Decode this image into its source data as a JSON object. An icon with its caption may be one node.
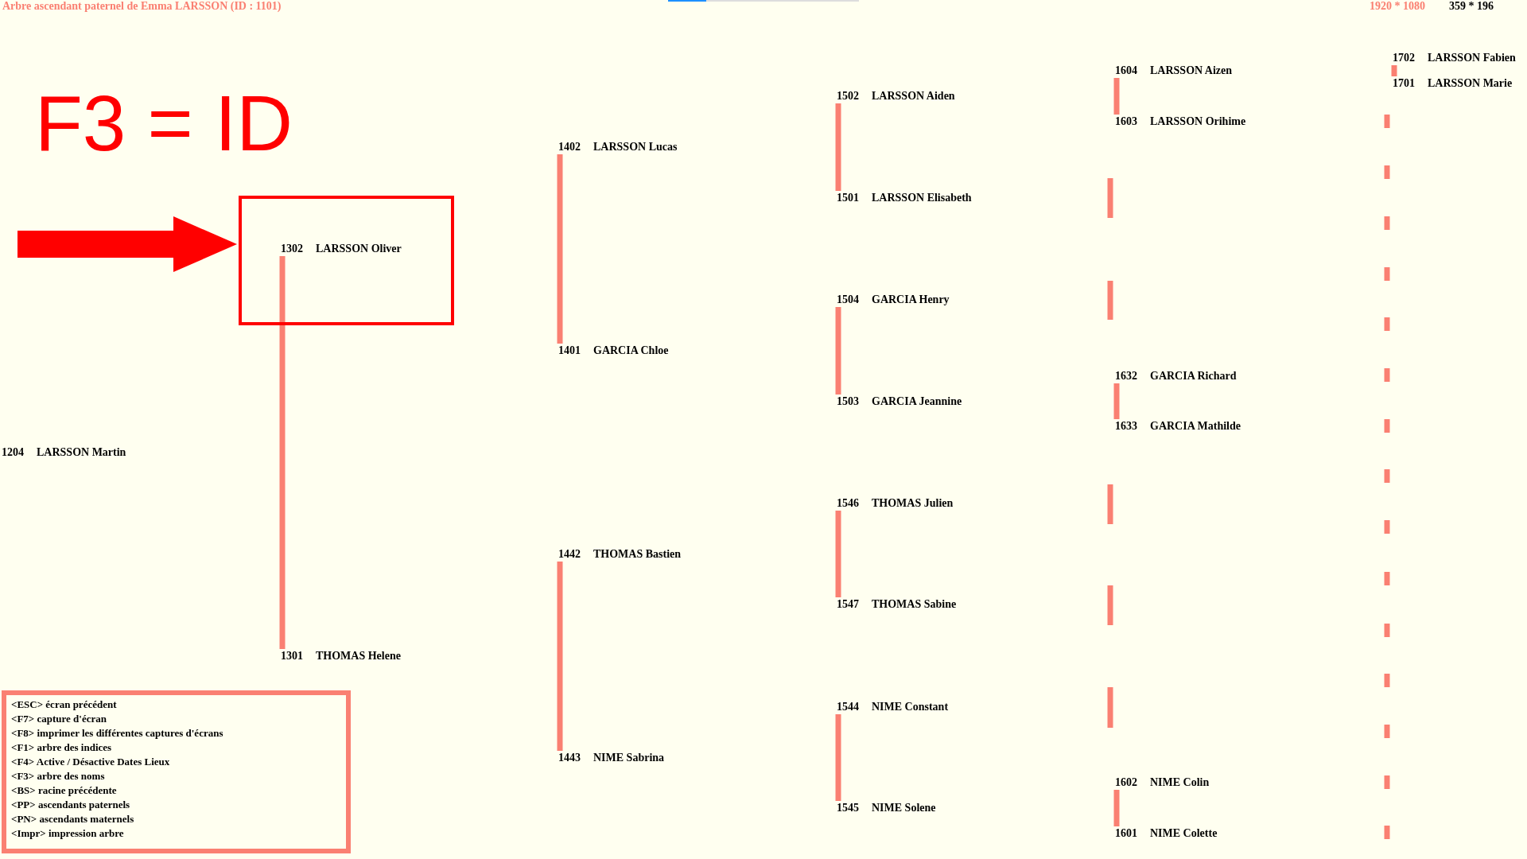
{
  "diagram": {
    "title": "Arbre ascendant paternel de Emma LARSSON (ID : 1101)",
    "nodes": [
      {
        "text": [
          "1204",
          "LARSSON Martin"
        ]
      },
      {
        "text": [],
        "shape": "box"
      },
      {
        "text": [
          "1302",
          "LARSSON Oliver"
        ],
        "in": 1
      },
      {
        "text": [
          "1301",
          "THOMAS Helene"
        ]
      },
      {
        "text": [
          "1402",
          "LARSSON Lucas"
        ]
      },
      {
        "text": [
          "1401",
          "GARCIA Chloe"
        ]
      },
      {
        "text": [
          "1442",
          "THOMAS Bastien"
        ]
      },
      {
        "text": [
          "1443",
          "NIME Sabrina"
        ]
      },
      {
        "text": [
          "1502",
          "LARSSON Aiden"
        ]
      },
      {
        "text": [
          "1501",
          "LARSSON Elisabeth"
        ]
      },
      {
        "text": [
          "1504",
          "GARCIA Henry"
        ]
      },
      {
        "text": [
          "1503",
          "GARCIA Jeannine"
        ]
      },
      {
        "text": [
          "1546",
          "THOMAS Julien"
        ]
      },
      {
        "text": [
          "1547",
          "THOMAS Sabine"
        ]
      },
      {
        "text": [
          "1544",
          "NIME Constant"
        ]
      },
      {
        "text": [
          "1545",
          "NIME Solene"
        ]
      },
      {
        "text": [
          "1604",
          "LARSSON Aizen"
        ]
      },
      {
        "text": [
          "1603",
          "LARSSON Orihime"
        ]
      },
      {
        "text": [
          "1632",
          "GARCIA Richard"
        ]
      },
      {
        "text": [
          "1633",
          "GARCIA Mathilde"
        ]
      },
      {
        "text": [
          "1602",
          "NIME Colin"
        ]
      },
      {
        "text": [
          "1601",
          "NIME Colette"
        ]
      },
      {
        "text": [
          "1702",
          "LARSSON Fabien"
        ]
      },
      {
        "text": [
          "1701",
          "LARSSON Marie"
        ]
      },
      {
        "text": [
          "<ESC> écran précédent",
          "<F7> capture d'écran",
          "<F8> imprimer les différentes captures d'écrans",
          "<F1> arbre des indices",
          "<F4> Active / Désactive Dates Lieux",
          "<F3> arbre des noms",
          "<BS> racine précédente",
          "<PP> ascendants paternels",
          "<PN> ascendants maternels",
          "<Impr> impression arbre"
        ]
      }
    ],
    "edges": [
      {
        "from": null,
        "to": 1,
        "arrow": "to",
        "style": "thick",
        "color": "#ff0000"
      },
      {
        "from": 2,
        "to": 3,
        "arrow": "none"
      },
      {
        "from": 4,
        "to": 5,
        "arrow": "none"
      },
      {
        "from": 6,
        "to": 7,
        "arrow": "none"
      },
      {
        "from": 8,
        "to": 9,
        "arrow": "none"
      },
      {
        "from": 10,
        "to": 11,
        "arrow": "none"
      },
      {
        "from": 12,
        "to": 13,
        "arrow": "none"
      },
      {
        "from": 14,
        "to": 15,
        "arrow": "none"
      },
      {
        "from": 16,
        "to": 17,
        "arrow": "none"
      },
      {
        "from": 18,
        "to": 19,
        "arrow": "none"
      },
      {
        "from": 20,
        "to": 21,
        "arrow": "none"
      },
      {
        "from": 22,
        "to": 23,
        "arrow": "none"
      }
    ],
    "labels": [
      "1920 * 1080",
      "359 * 196",
      "F3 = ID"
    ]
  }
}
